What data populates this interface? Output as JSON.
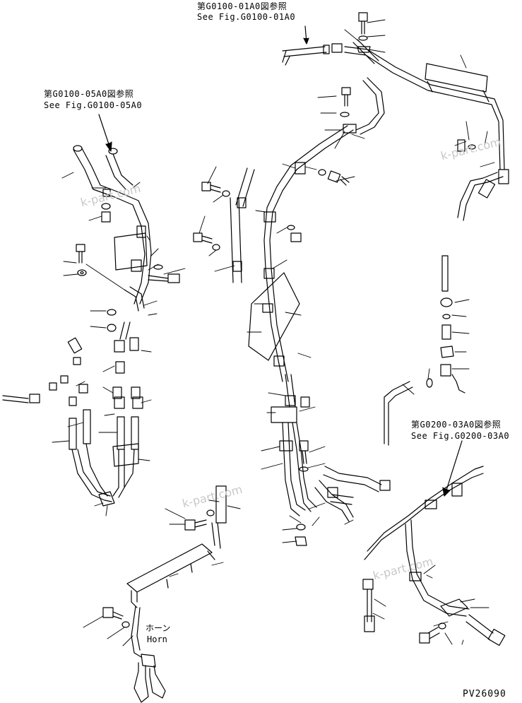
{
  "references": {
    "top_jp": "第G0100-01A0図参照",
    "top_en": "See Fig.G0100-01A0",
    "left_jp": "第G0100-05A0図参照",
    "left_en": "See Fig.G0100-05A0",
    "right_jp": "第G0200-03A0図参照",
    "right_en": "See Fig.G0200-03A0"
  },
  "horn_label": {
    "jp": "ホーン",
    "en": "Horn"
  },
  "watermark": "k-part.com",
  "drawing_code": "PV26090"
}
